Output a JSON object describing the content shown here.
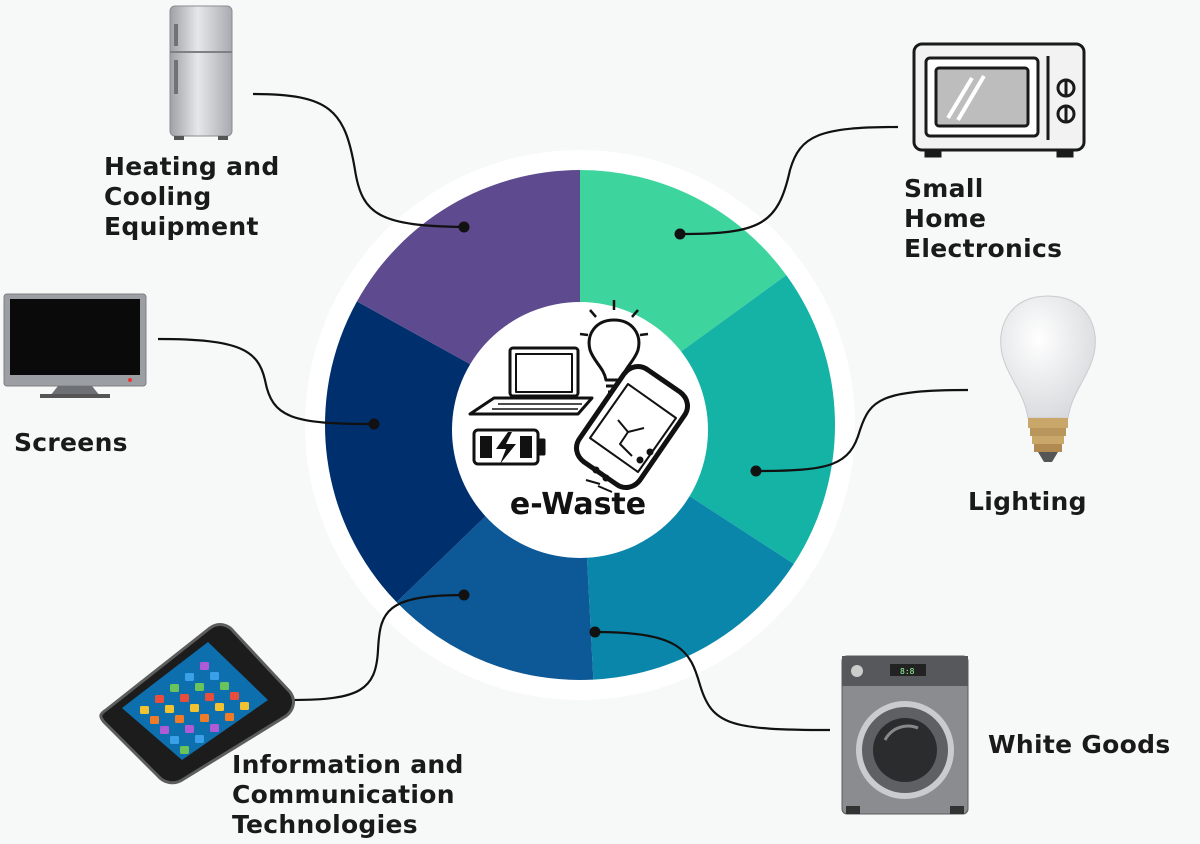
{
  "center": {
    "title": "e-Waste"
  },
  "categories": [
    {
      "key": "small_home",
      "lines": [
        "Small",
        "Home",
        "Electronics"
      ],
      "color": "#3ed49e"
    },
    {
      "key": "lighting",
      "lines": [
        "Lighting"
      ],
      "color": "#14b3a5"
    },
    {
      "key": "white_goods",
      "lines": [
        "White Goods"
      ],
      "color": "#0b86ab"
    },
    {
      "key": "ict",
      "lines": [
        "Information and",
        "Communication",
        "Technologies"
      ],
      "color": "#0d5896"
    },
    {
      "key": "screens",
      "lines": [
        "Screens"
      ],
      "color": "#002f6e"
    },
    {
      "key": "heating",
      "lines": [
        "Heating and",
        "Cooling",
        "Equipment"
      ],
      "color": "#5e4a8e"
    }
  ],
  "icons": {
    "heating": "refrigerator-icon",
    "small_home": "microwave-icon",
    "lighting": "light-bulb-icon",
    "screens": "tv-monitor-icon",
    "ict": "smartphone-icon",
    "white_goods": "washing-machine-icon",
    "center": [
      "laptop-icon",
      "light-bulb-icon",
      "battery-icon",
      "broken-phone-icon"
    ]
  }
}
